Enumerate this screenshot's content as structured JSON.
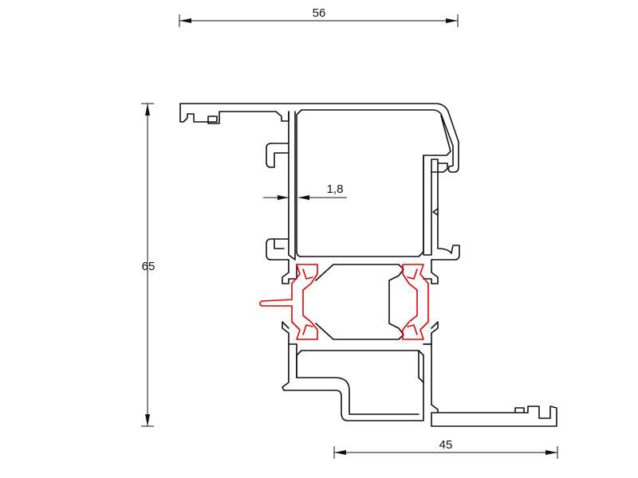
{
  "dimensions": {
    "top_width": "56",
    "left_height": "65",
    "wall_thickness": "1,8",
    "bottom_width": "45"
  },
  "colors": {
    "profile_stroke": "#111111",
    "gasket_stroke": "#e00000",
    "background": "#ffffff"
  }
}
